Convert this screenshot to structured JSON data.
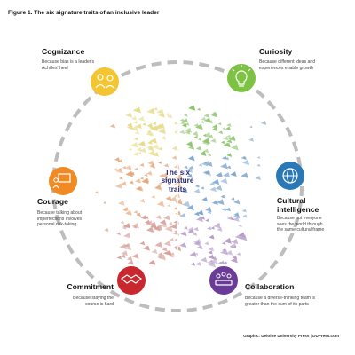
{
  "figure_title": "Figure 1. The six signature traits of an inclusive leader",
  "center_label_lines": [
    "The six",
    "signature",
    "traits"
  ],
  "traits": [
    {
      "name": "Cognizance",
      "desc_lines": [
        "Because bias is a leader's",
        "Achilles' heel"
      ],
      "icon": "people-awareness-icon",
      "color": "#f2c531"
    },
    {
      "name": "Curiosity",
      "desc_lines": [
        "Because different ideas and",
        "experiences enable growth"
      ],
      "icon": "lightbulb-icon",
      "color": "#7dc242"
    },
    {
      "name": "Cultural",
      "name_line2": "intelligence",
      "desc_lines": [
        "Because not everyone",
        "sees the world through",
        "the same cultural frame"
      ],
      "icon": "globe-icon",
      "color": "#2a78b5"
    },
    {
      "name": "Collaboration",
      "desc_lines": [
        "Because a diverse-thinking team is",
        "greater than the sum of its parts"
      ],
      "icon": "team-table-icon",
      "color": "#6b3c97"
    },
    {
      "name": "Commitment",
      "desc_lines": [
        "Because staying the",
        "course is hard"
      ],
      "icon": "handshake-icon",
      "color": "#c8282e"
    },
    {
      "name": "Courage",
      "desc_lines": [
        "Because talking about",
        "imperfections involves",
        "personal risk-taking"
      ],
      "icon": "presenter-icon",
      "color": "#f08a24"
    }
  ],
  "credit": {
    "bold": "Graphic: Deloitte University Press",
    "sep": " | ",
    "site": "DUPress.com"
  }
}
